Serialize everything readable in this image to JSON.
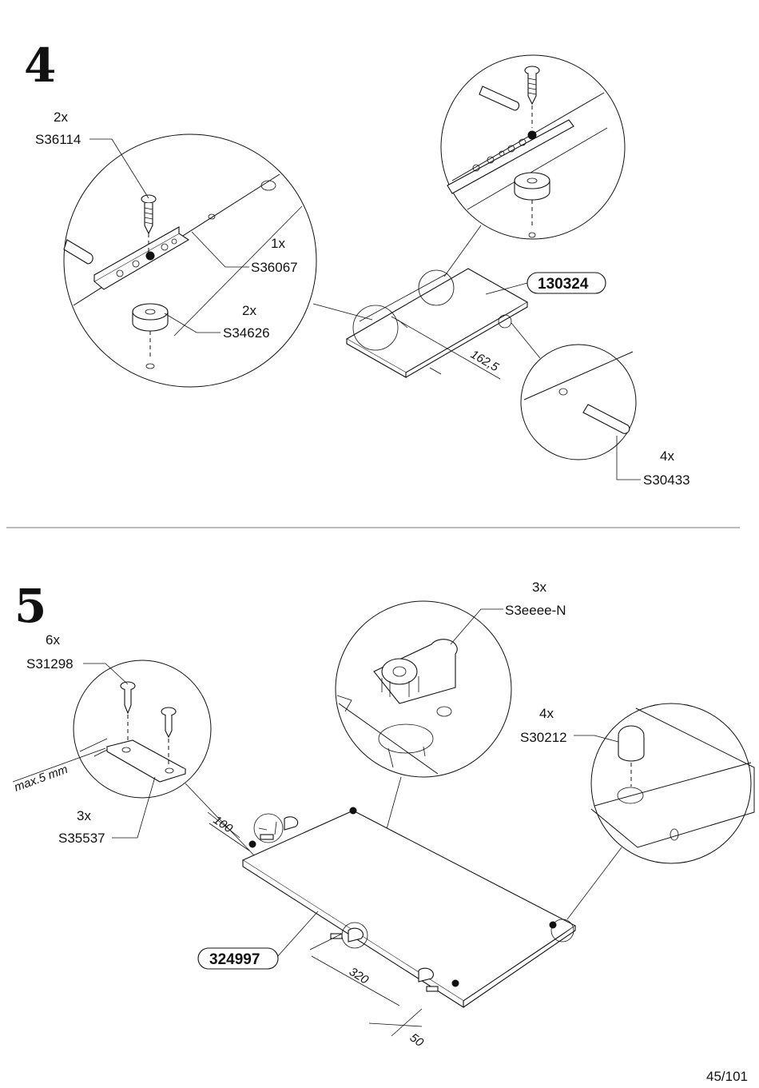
{
  "page": {
    "page_number": "45/101"
  },
  "step4": {
    "step_number": "4",
    "panel_id": "130324",
    "dimension": "162,5",
    "parts": {
      "screw": {
        "qty": "2x",
        "code": "S36114"
      },
      "rail": {
        "qty": "1x",
        "code": "S36067"
      },
      "spacer": {
        "qty": "2x",
        "code": "S34626"
      },
      "dowel": {
        "qty": "4x",
        "code": "S30433"
      }
    }
  },
  "step5": {
    "step_number": "5",
    "panel_id": "324997",
    "dimensions": {
      "d100": "100",
      "d320": "320",
      "d50": "50",
      "max": "max.5 mm"
    },
    "parts": {
      "screw": {
        "qty": "6x",
        "code": "S31298"
      },
      "cam": {
        "qty": "3x",
        "code": "S3eeee-N"
      },
      "plate": {
        "qty": "3x",
        "code": "S35537"
      },
      "bolt": {
        "qty": "4x",
        "code": "S30212"
      }
    }
  }
}
